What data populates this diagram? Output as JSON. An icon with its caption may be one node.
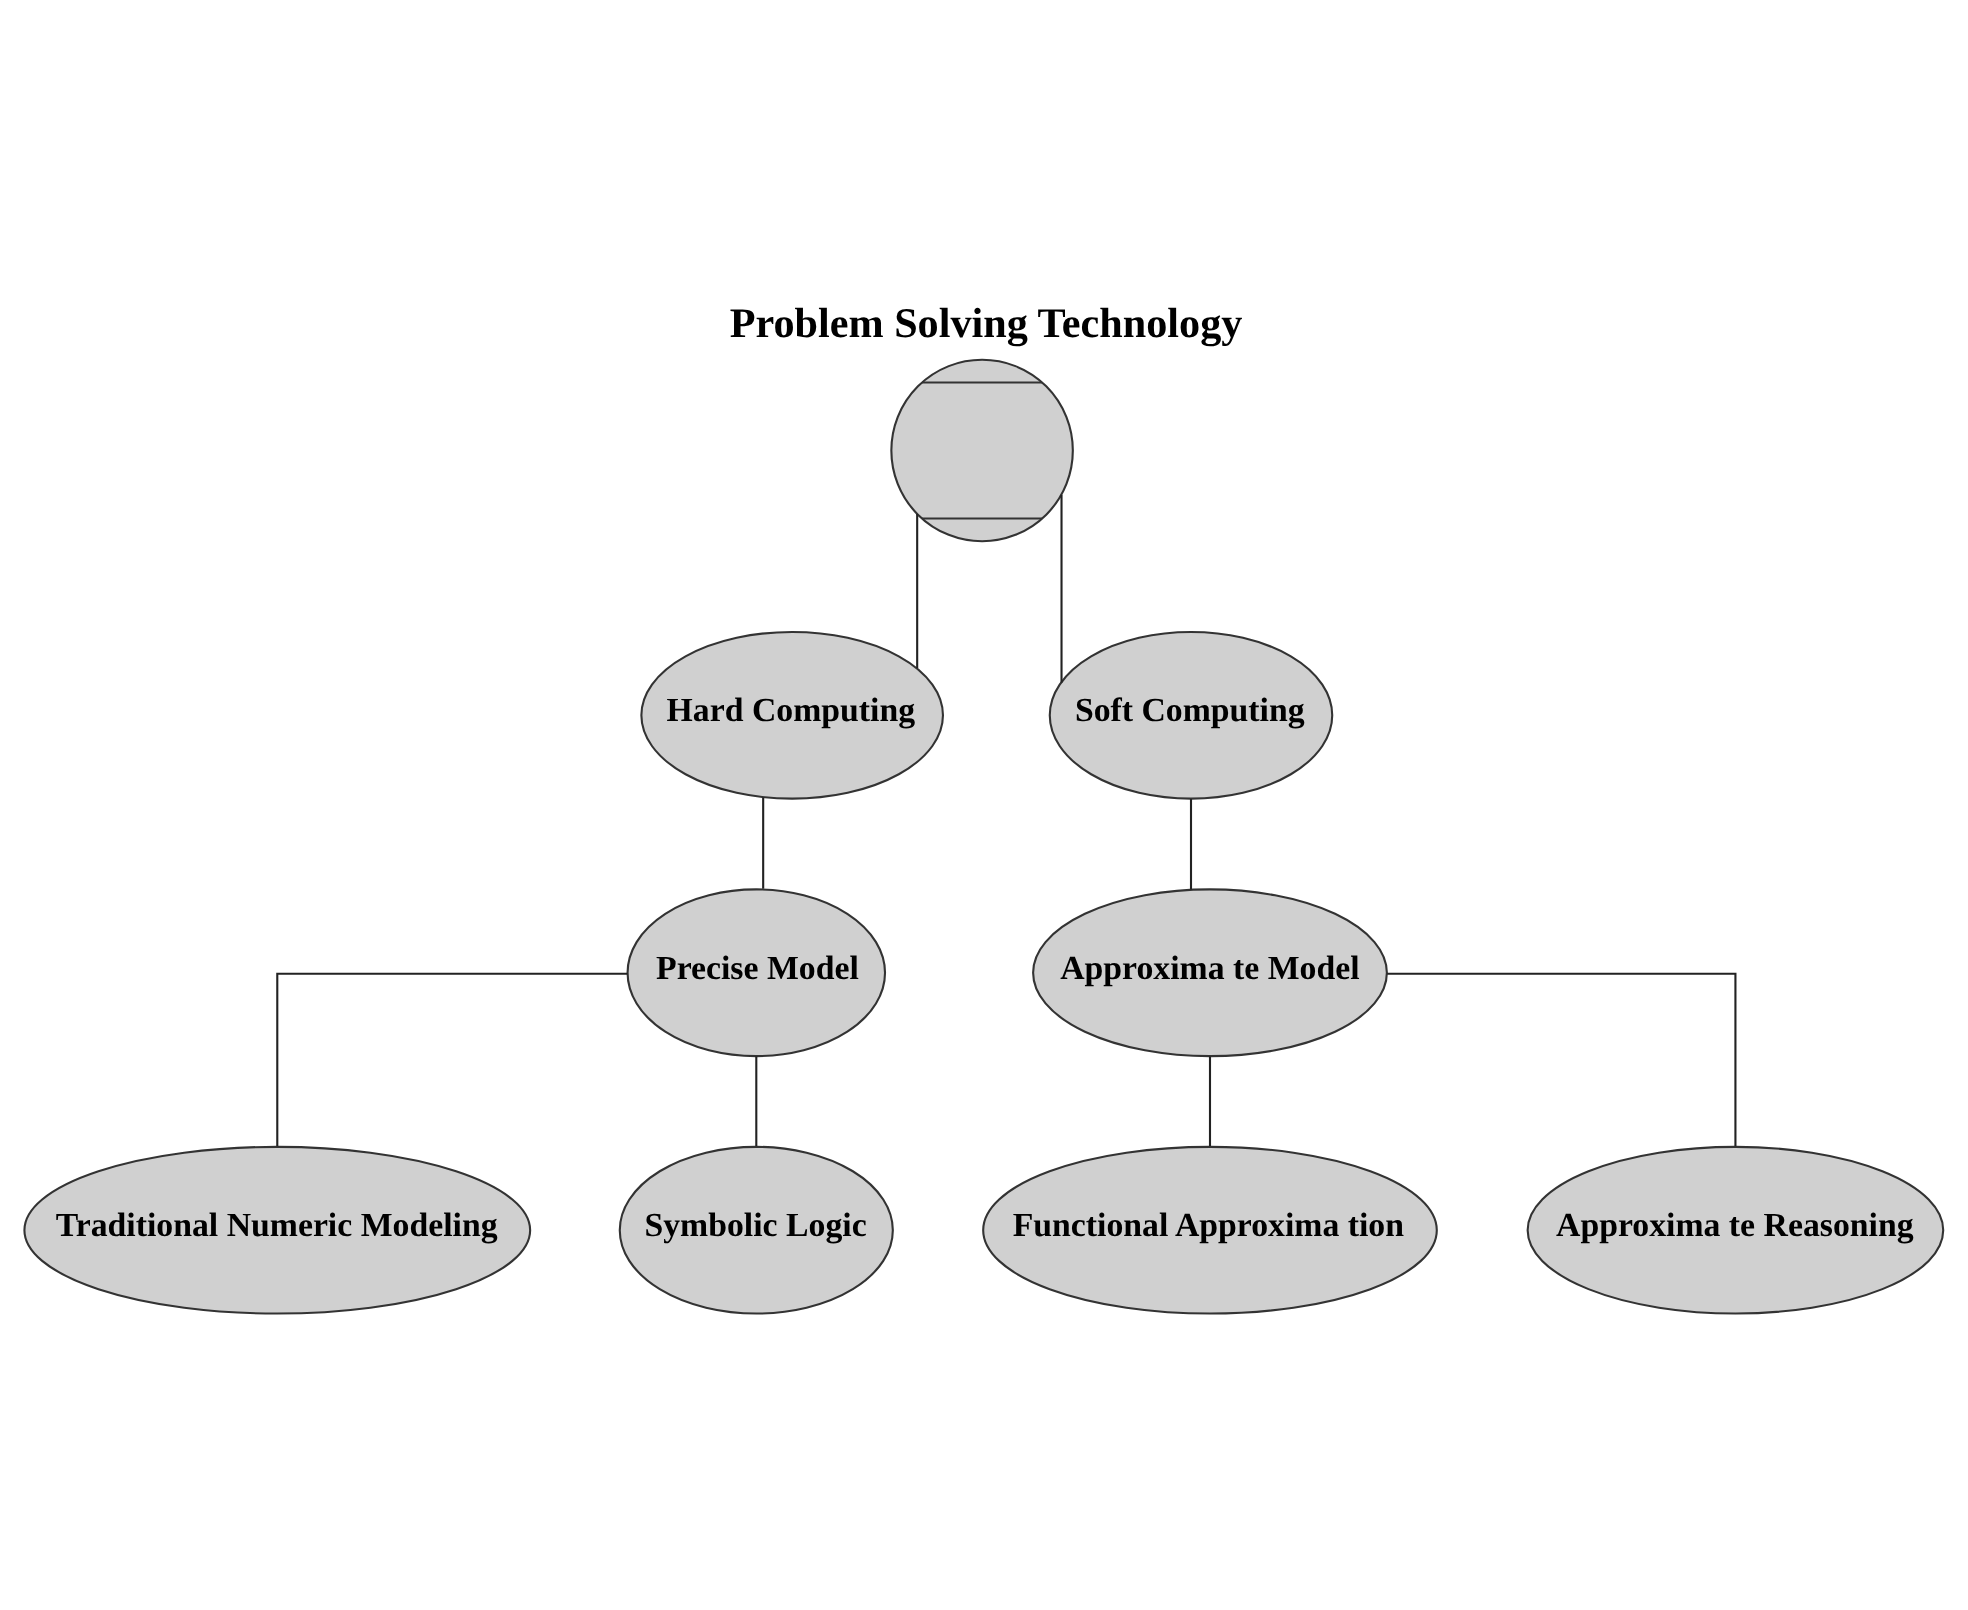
{
  "diagram": {
    "title": "Problem Solving Technology",
    "nodes": [
      {
        "text": [],
        "shape": "circle"
      },
      {
        "text": [
          "Hard Computing"
        ]
      },
      {
        "text": [
          "Soft Computing"
        ]
      },
      {
        "text": [
          "Precise Model"
        ]
      },
      {
        "text": [
          "Approxima te Model"
        ]
      },
      {
        "text": [
          "Traditional Numeric Modeling"
        ]
      },
      {
        "text": [
          "Symbolic Logic"
        ]
      },
      {
        "text": [
          "Functional Approxima tion"
        ]
      },
      {
        "text": [
          "Approxima te Reasoning"
        ]
      }
    ],
    "edges": [
      {
        "from": 0,
        "to": 1,
        "arrow": "none"
      },
      {
        "from": 0,
        "to": 2,
        "arrow": "none"
      },
      {
        "from": 1,
        "to": 3,
        "arrow": "none"
      },
      {
        "from": 2,
        "to": 4,
        "arrow": "none"
      },
      {
        "from": 3,
        "to": 5,
        "arrow": "none"
      },
      {
        "from": 3,
        "to": 6,
        "arrow": "none"
      },
      {
        "from": 4,
        "to": 7,
        "arrow": "none"
      },
      {
        "from": 4,
        "to": 8,
        "arrow": "none"
      }
    ]
  }
}
